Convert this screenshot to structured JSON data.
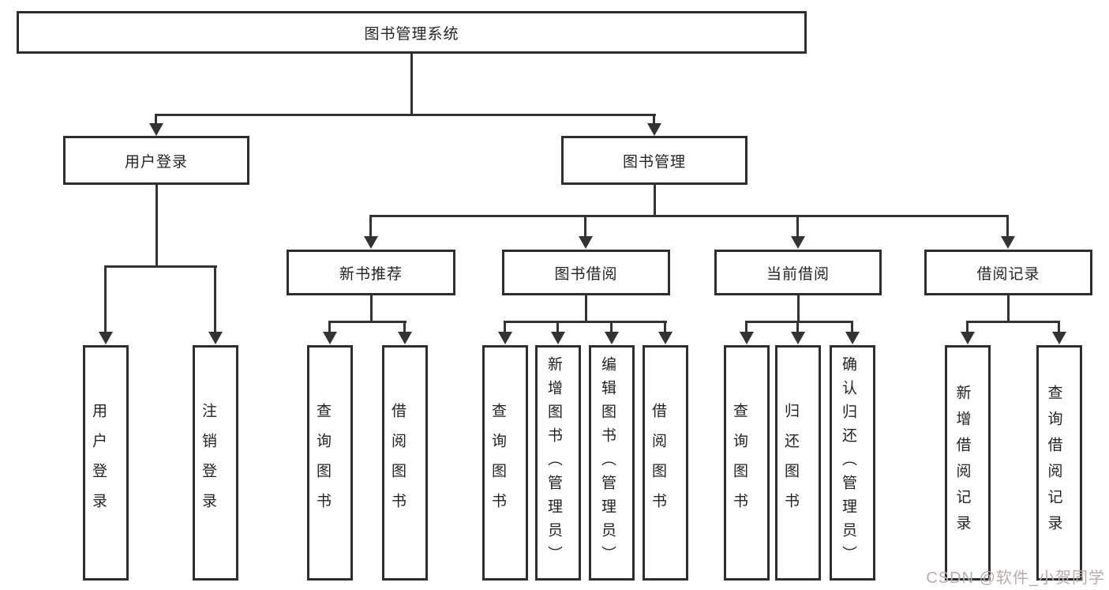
{
  "diagram": {
    "type": "hierarchy-tree",
    "root": {
      "label": "图书管理系统"
    },
    "level2": [
      {
        "label": "用户登录"
      },
      {
        "label": "图书管理"
      }
    ],
    "level3": [
      {
        "label": "新书推荐"
      },
      {
        "label": "图书借阅"
      },
      {
        "label": "当前借阅"
      },
      {
        "label": "借阅记录"
      }
    ],
    "leaves": {
      "user_login": [
        {
          "label": "用户登录"
        },
        {
          "label": "注销登录"
        }
      ],
      "new_book": [
        {
          "label": "查询图书"
        },
        {
          "label": "借阅图书"
        }
      ],
      "book_borrow": [
        {
          "label": "查询图书"
        },
        {
          "label": "新增图书（管理员）"
        },
        {
          "label": "编辑图书（管理员）"
        },
        {
          "label": "借阅图书"
        }
      ],
      "current_borrow": [
        {
          "label": "查询图书"
        },
        {
          "label": "归还图书"
        },
        {
          "label": "确认归还（管理员）"
        }
      ],
      "borrow_record": [
        {
          "label": "新增借阅记录"
        },
        {
          "label": "查询借阅记录"
        }
      ]
    }
  },
  "watermark": {
    "text": "CSDN @软件_小贺同学"
  },
  "colors": {
    "line": "#333333",
    "box_border": "#2e2e2e",
    "box_fill": "#ffffff",
    "text": "#232323",
    "watermark": "#b9abab"
  }
}
